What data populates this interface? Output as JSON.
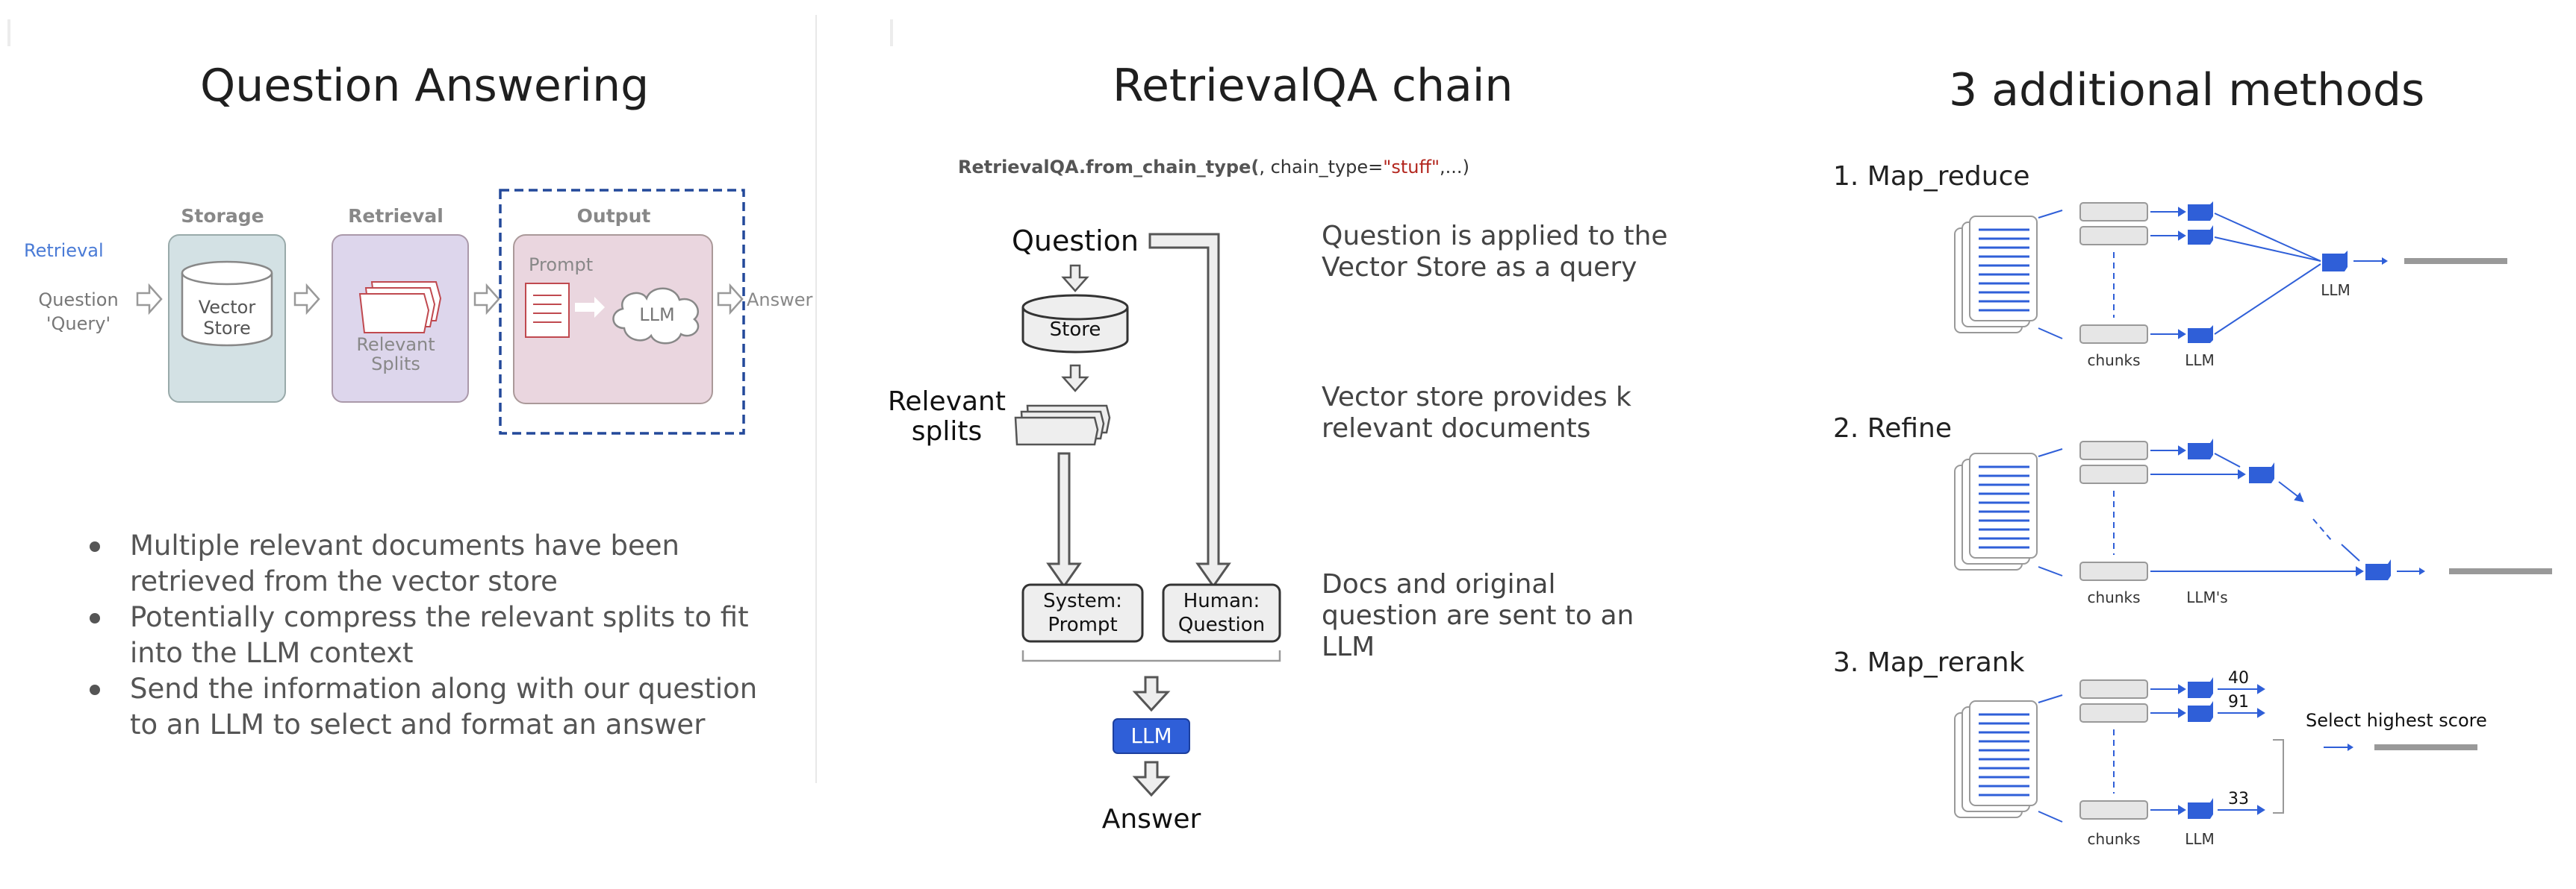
{
  "panel1": {
    "title": "Question Answering",
    "retrieval_label": "Retrieval",
    "question_line1": "Question",
    "question_line2": "'Query'",
    "storage_header": "Storage",
    "retrieval_header": "Retrieval",
    "output_header": "Output",
    "vector_line1": "Vector",
    "vector_line2": "Store",
    "relevant_line1": "Relevant",
    "relevant_line2": "Splits",
    "prompt_label": "Prompt",
    "llm_label": "LLM",
    "answer_label": "Answer",
    "bullets": [
      [
        "Multiple relevant documents have been",
        "retrieved from the vector store"
      ],
      [
        "Potentially compress the relevant splits to fit",
        "into the LLM context"
      ],
      [
        "Send the information along with our question",
        "to an LLM to select and format an answer"
      ]
    ]
  },
  "panel2": {
    "title": "RetrievalQA chain",
    "code_fn": "RetrievalQA.from_chain_type(",
    "code_mid": ", chain_type=",
    "code_str": "\"stuff\"",
    "code_end": ",...)",
    "question_label": "Question",
    "store_label": "Store",
    "relevant_line1": "Relevant",
    "relevant_line2": "splits",
    "system_line1": "System:",
    "system_line2": "Prompt",
    "human_line1": "Human:",
    "human_line2": "Question",
    "llm_label": "LLM",
    "answer_label": "Answer",
    "desc1_line1": "Question is applied to the",
    "desc1_line2": "Vector Store as a query",
    "desc2_line1": "Vector store provides k",
    "desc2_line2": "relevant documents",
    "desc3_line1": "Docs and original",
    "desc3_line2": "question are sent to an",
    "desc3_line3": "LLM"
  },
  "panel3": {
    "title": "3 additional methods",
    "method1": {
      "heading": "1. Map_reduce",
      "chunks_label": "chunks",
      "llm_label": "LLM",
      "final_llm_label": "LLM"
    },
    "method2": {
      "heading": "2. Refine",
      "chunks_label": "chunks",
      "llms_label": "LLM's"
    },
    "method3": {
      "heading": "3. Map_rerank",
      "chunks_label": "chunks",
      "llm_label": "LLM",
      "score1": "40",
      "score2": "91",
      "score3": "33",
      "select_label": "Select highest score"
    }
  },
  "colors": {
    "accent_blue": "#2f5fd8",
    "output_border": "#23499a",
    "storage_fill": "#d3e1e4",
    "retrieval_fill": "#ddd6ec",
    "output_fill": "#ead6df",
    "retrieval_text": "#4a7bd6",
    "code_string": "#b3261e"
  }
}
